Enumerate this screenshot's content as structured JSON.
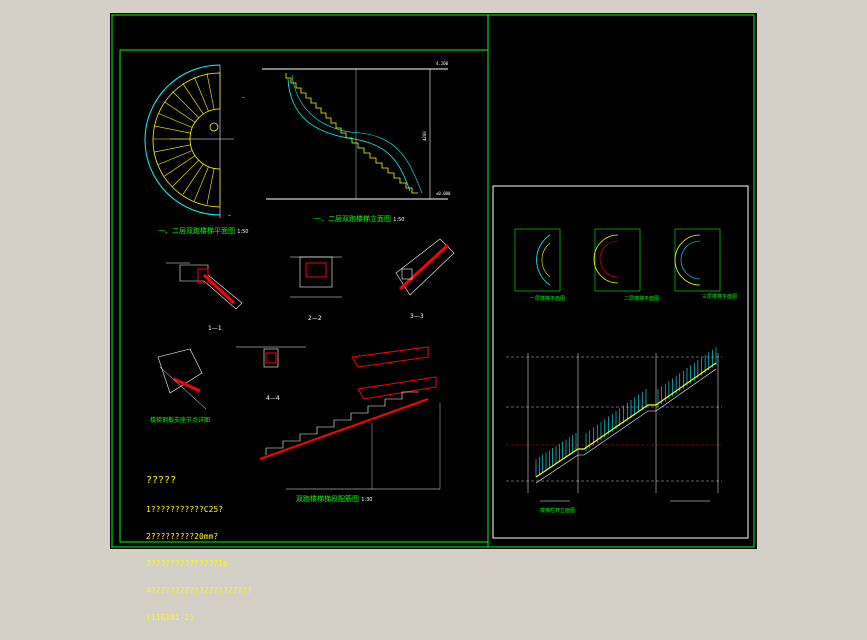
{
  "colors": {
    "background_outside": "#d4d0c8",
    "sheet": "#000000",
    "border_green": "#00ff00",
    "border_white": "#ffffff",
    "line_yellow": "#ffff00",
    "line_cyan": "#00ffff",
    "line_red": "#ff0000",
    "line_magenta": "#ff00ff"
  },
  "titles": {
    "plan": "一、二层双跑楼梯平面图",
    "plan_scale": "1:50",
    "elevation": "一、二层双跑楼梯立面图",
    "elevation_scale": "1:50",
    "section_1": "1—1",
    "section_2": "2—2",
    "section_3": "3—3",
    "section_4": "4—4",
    "detail_support": "楼梯钢板支座节点详图",
    "reinforcement": "双跑楼梯梯段配筋图",
    "reinforcement_scale": "1:30",
    "sub_plan_1": "一层楼梯平面图",
    "sub_plan_2": "二层楼梯平面图",
    "sub_plan_3": "三层楼梯平面图",
    "rail_elevation": "楼梯栏杆立面图"
  },
  "notes": {
    "heading": "?????",
    "lines": [
      "1???????????C25?",
      "2?????????20mm?",
      "3??????????????Io",
      "4?????????????????????",
      "(11G101-2)"
    ]
  },
  "labels": {
    "level_top": "4.200",
    "level_bottom": "±0.000",
    "dim_vertical": "4200"
  }
}
